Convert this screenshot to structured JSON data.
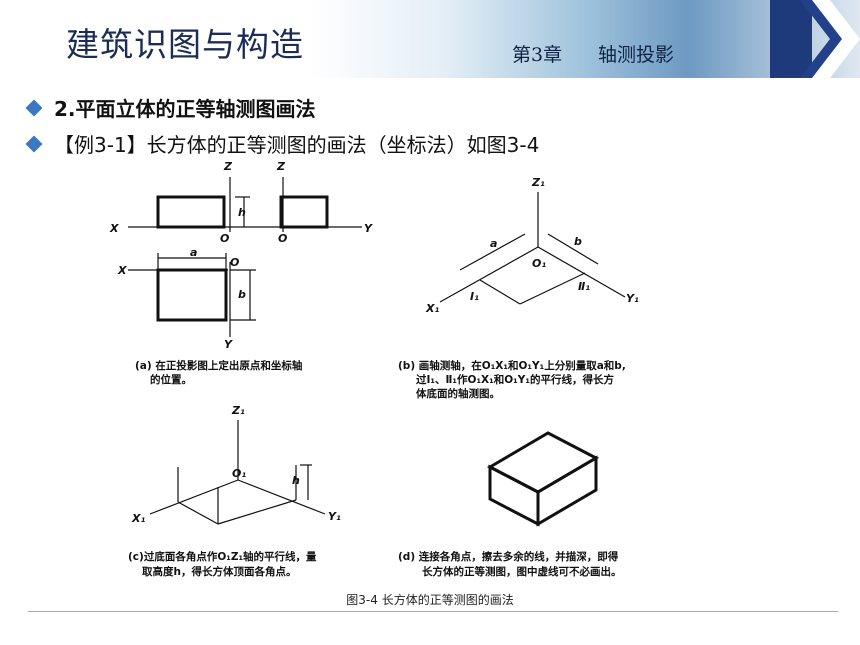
{
  "header": {
    "title": "建筑识图与构造",
    "chapter": "第3章",
    "topic": "轴测投影"
  },
  "bullets": [
    "2.平面立体的正等轴测图画法",
    "【例3-1】长方体的正等测图的画法（坐标法）如图3-4"
  ],
  "figure": {
    "panel_a": {
      "labels": {
        "z1": "Z",
        "z2": "Z",
        "x1": "X",
        "y1": "Y",
        "o1": "O",
        "o2": "O",
        "x2": "X",
        "y2": "Y",
        "o3": "O",
        "h": "h",
        "a": "a",
        "b": "b"
      },
      "caption_line1": "(a) 在正投影图上定出原点和坐标轴",
      "caption_line2": "的位置。"
    },
    "panel_b": {
      "labels": {
        "z": "Z₁",
        "o": "O₁",
        "x": "X₁",
        "y": "Y₁",
        "a": "a",
        "b": "b",
        "i": "Ⅰ₁",
        "ii": "Ⅱ₁"
      },
      "caption_line1": "(b) 画轴测轴，在O₁X₁和O₁Y₁上分别量取a和b,",
      "caption_line2": "过Ⅰ₁、Ⅱ₁作O₁X₁和O₁Y₁的平行线，得长方",
      "caption_line3": "体底面的轴测图。"
    },
    "panel_c": {
      "labels": {
        "z": "Z₁",
        "o": "O₁",
        "x": "X₁",
        "y": "Y₁",
        "h": "h"
      },
      "caption_line1": "(c)过底面各角点作O₁Z₁轴的平行线，量",
      "caption_line2": "取高度h，得长方体顶面各角点。"
    },
    "panel_d": {
      "caption_line1": "(d) 连接各角点，擦去多余的线，并描深，即得",
      "caption_line2": "长方体的正等测图，图中虚线可不必画出。"
    },
    "caption": "图3-4 长方体的正等测图的画法"
  },
  "colors": {
    "accent": "#3c78c0",
    "title": "#1c2d55",
    "dark_blue": "#1f3a7a"
  }
}
